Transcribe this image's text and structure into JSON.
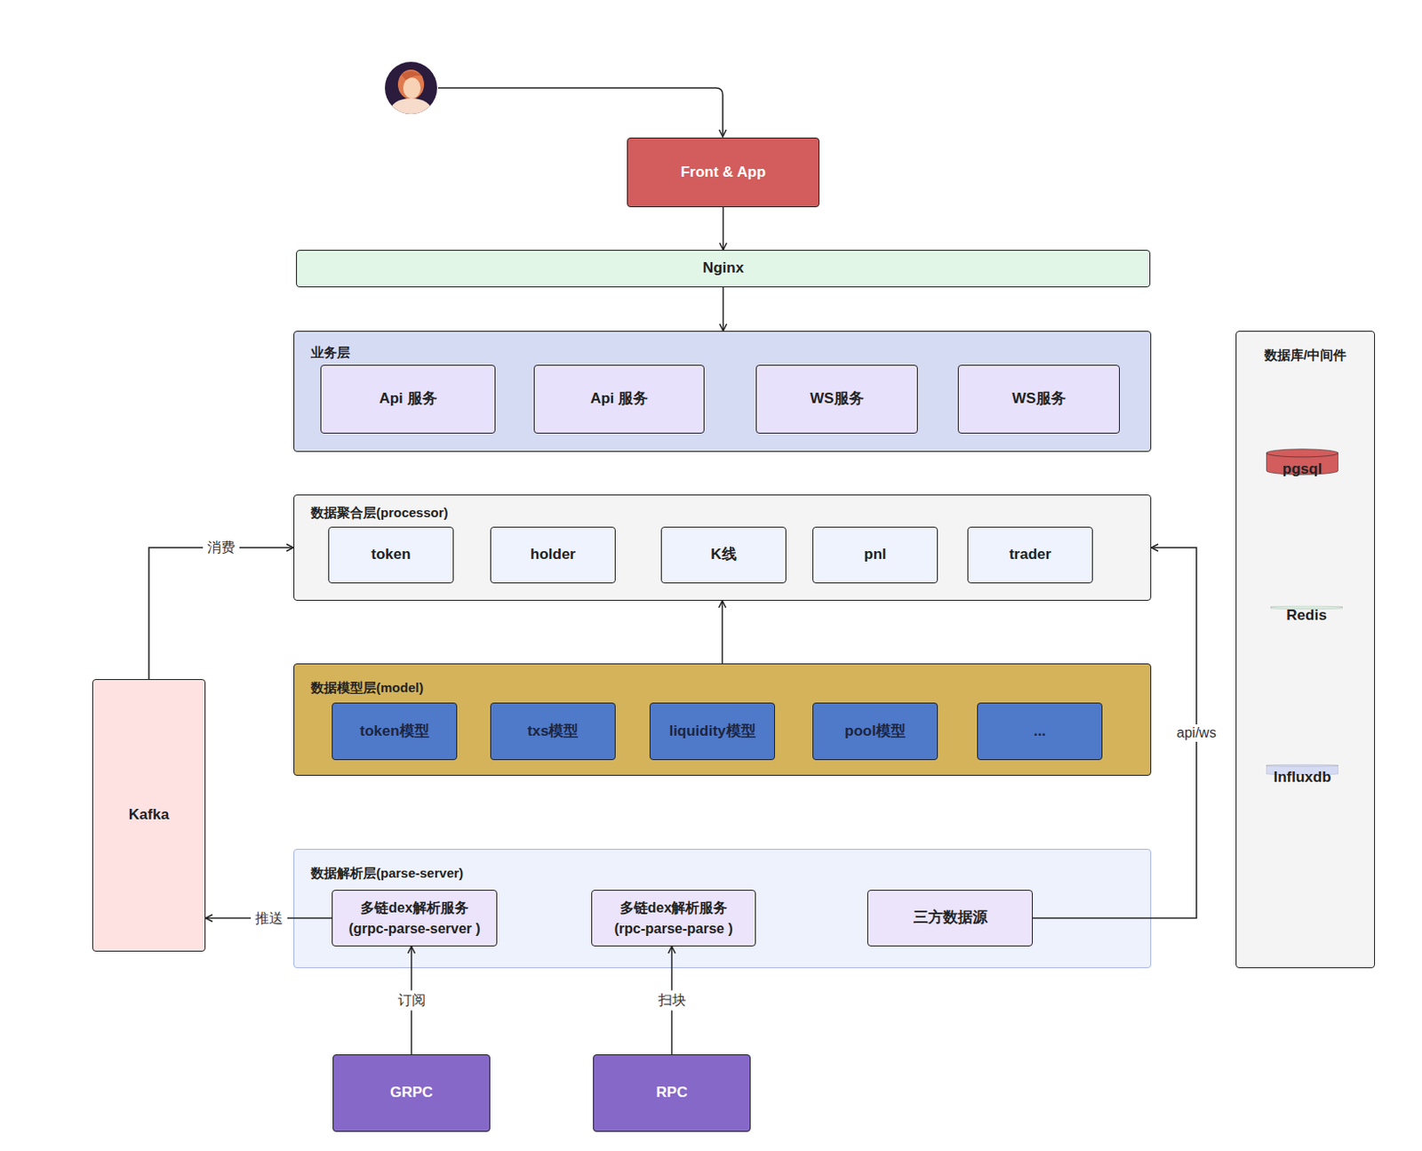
{
  "diagram": {
    "nodes": [
      {
        "text": [
          "Front & App"
        ]
      },
      {
        "text": [
          "Nginx"
        ]
      },
      {
        "text": [
          "业务层"
        ]
      },
      {
        "text": [
          "Api 服务"
        ],
        "in": 2
      },
      {
        "text": [
          "Api 服务"
        ],
        "in": 2
      },
      {
        "text": [
          "WS服务"
        ],
        "in": 2
      },
      {
        "text": [
          "WS服务"
        ],
        "in": 2
      },
      {
        "text": [
          "数据库/中间件"
        ]
      },
      {
        "text": [
          "pgsql"
        ],
        "in": 7
      },
      {
        "text": [
          "Redis"
        ],
        "in": 7
      },
      {
        "text": [
          "Influxdb"
        ],
        "in": 7
      },
      {
        "text": [
          "数据聚合层(processor)"
        ]
      },
      {
        "text": [
          "token"
        ],
        "in": 11
      },
      {
        "text": [
          "holder"
        ],
        "in": 11
      },
      {
        "text": [
          "K线"
        ],
        "in": 11
      },
      {
        "text": [
          "pnl"
        ],
        "in": 11
      },
      {
        "text": [
          "trader"
        ],
        "in": 11
      },
      {
        "text": [
          "Kafka"
        ]
      },
      {
        "text": [
          "数据模型层(model)"
        ]
      },
      {
        "text": [
          "token模型"
        ],
        "in": 18
      },
      {
        "text": [
          "txs模型"
        ],
        "in": 18
      },
      {
        "text": [
          "liquidity模型"
        ],
        "in": 18
      },
      {
        "text": [
          "pool模型"
        ],
        "in": 18
      },
      {
        "text": [
          "..."
        ],
        "in": 18
      },
      {
        "text": [
          "数据解析层(parse-server)"
        ]
      },
      {
        "text": [
          "多链dex解析服务 (grpc-parse-server )"
        ],
        "in": 24
      },
      {
        "text": [
          "多链dex解析服务 (rpc-parse-parse )"
        ],
        "in": 24
      },
      {
        "text": [
          "三方数据源"
        ],
        "in": 24
      },
      {
        "text": [
          "GRPC"
        ]
      },
      {
        "text": [
          "RPC"
        ]
      }
    ],
    "edges": [
      {
        "from": 0,
        "to": 1,
        "arrow": "to"
      },
      {
        "from": 1,
        "to": 2,
        "arrow": "to"
      },
      {
        "from": 18,
        "to": 11,
        "arrow": "to"
      },
      {
        "from": 17,
        "to": 11,
        "label": "消费",
        "arrow": "to"
      },
      {
        "from": 25,
        "to": 17,
        "label": "推送",
        "arrow": "to"
      },
      {
        "from": 28,
        "to": 25,
        "label": "订阅",
        "arrow": "to"
      },
      {
        "from": 29,
        "to": 26,
        "label": "扫块",
        "arrow": "to"
      },
      {
        "from": 27,
        "to": 11,
        "label": "api/ws",
        "arrow": "to"
      }
    ]
  }
}
